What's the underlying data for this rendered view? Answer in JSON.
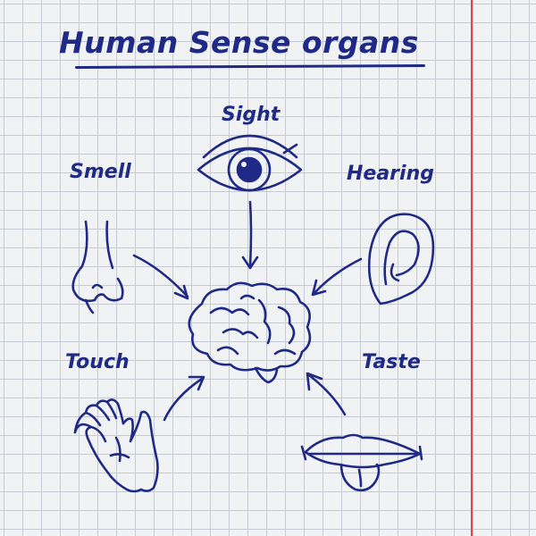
{
  "title": "Human Sense organs",
  "senses": {
    "sight": "Sight",
    "smell": "Smell",
    "hearing": "Hearing",
    "touch": "Touch",
    "taste": "Taste"
  },
  "colors": {
    "ink": "#1f2a86",
    "paper": "#f1f2f4",
    "grid": "#c5cbd3",
    "margin_line": "#e0464a"
  },
  "icons": [
    "eye-icon",
    "nose-icon",
    "ear-icon",
    "brain-icon",
    "hand-icon",
    "mouth-icon"
  ]
}
